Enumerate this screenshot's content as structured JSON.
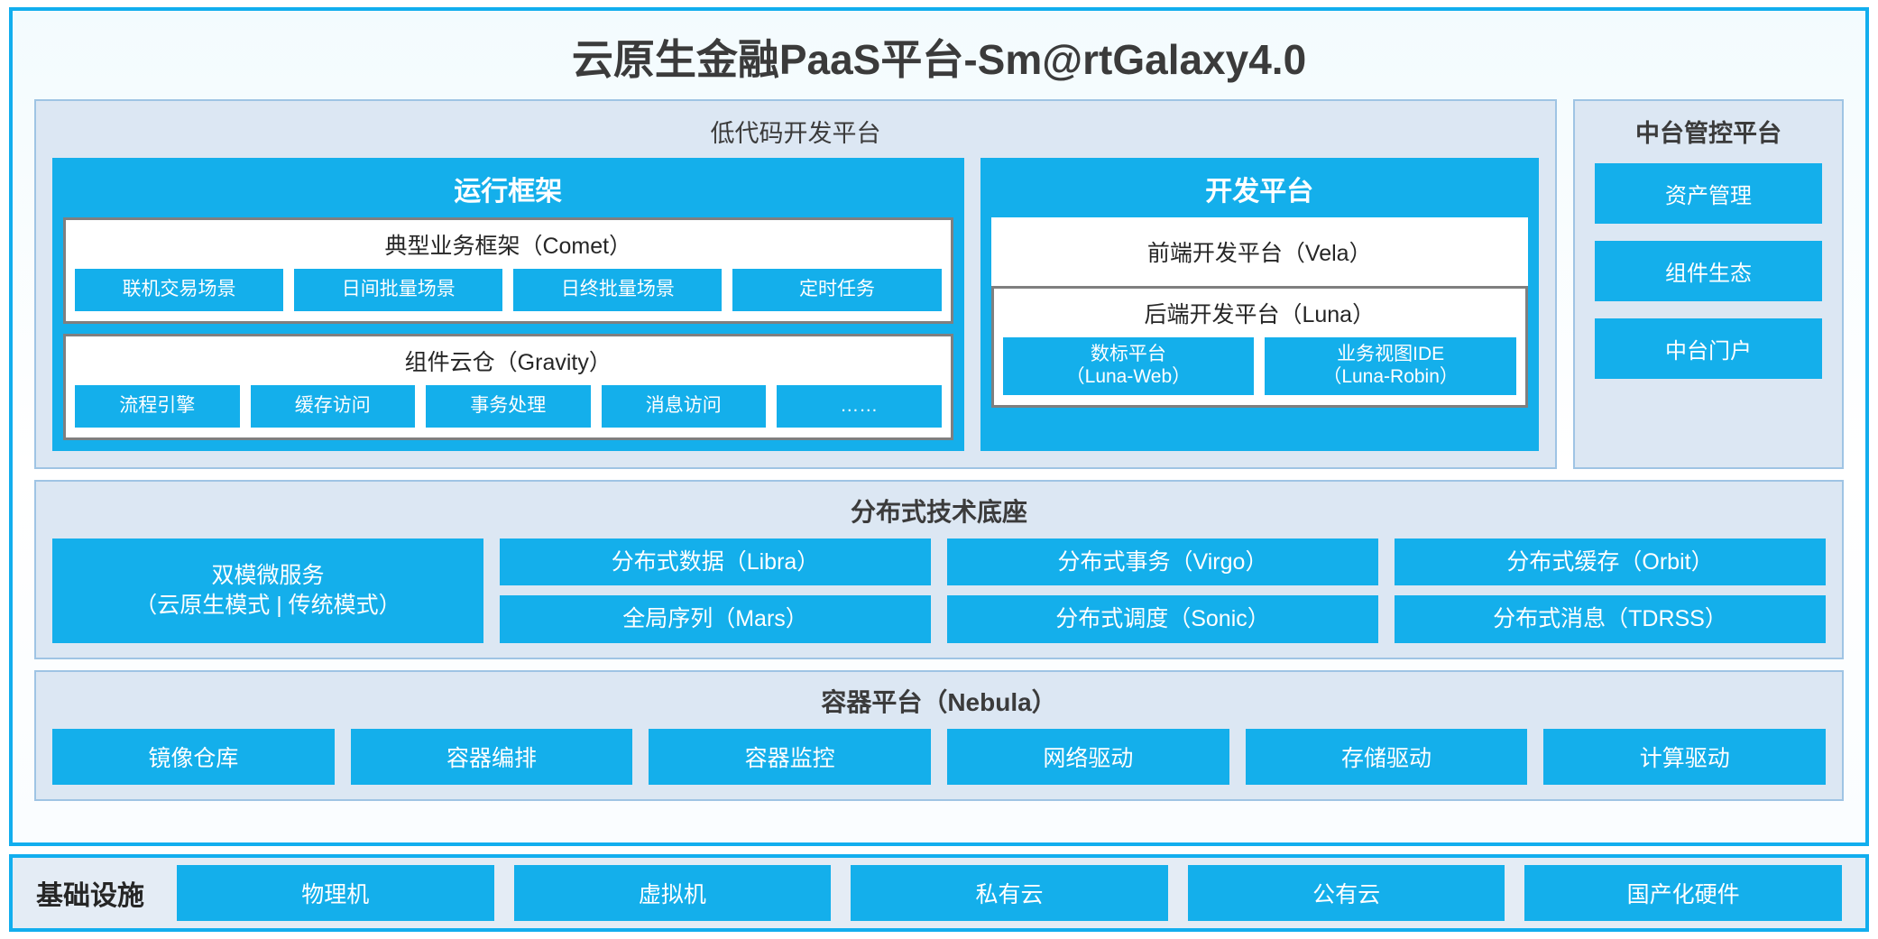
{
  "title": "云原生金融PaaS平台-Sm@rtGalaxy4.0",
  "colors": {
    "accent": "#14AFEB",
    "panel_border": "#12AEEE",
    "light_panel_bg": "#DCE7F3",
    "light_panel_border": "#9FC4E4",
    "card_border": "#7F7F7F",
    "text_dark": "#333333",
    "infra_bg": "#E4ECF5"
  },
  "lowcode": {
    "title": "低代码开发平台",
    "runtime": {
      "title": "运行框架",
      "comet": {
        "title": "典型业务框架（Comet）",
        "chips": [
          "联机交易场景",
          "日间批量场景",
          "日终批量场景",
          "定时任务"
        ]
      },
      "gravity": {
        "title": "组件云仓（Gravity）",
        "chips": [
          "流程引擎",
          "缓存访问",
          "事务处理",
          "消息访问",
          "……"
        ]
      }
    },
    "devplatform": {
      "title": "开发平台",
      "frontend": "前端开发平台（Vela）",
      "backend": {
        "title": "后端开发平台（Luna）",
        "chips": [
          {
            "name": "数标平台",
            "code": "（Luna-Web）"
          },
          {
            "name": "业务视图IDE",
            "code": "（Luna-Robin）"
          }
        ]
      }
    }
  },
  "management": {
    "title": "中台管控平台",
    "items": [
      "资产管理",
      "组件生态",
      "中台门户"
    ]
  },
  "distributed": {
    "title": "分布式技术底座",
    "microservice": {
      "name": "双模微服务",
      "sub": "（云原生模式 | 传统模式）"
    },
    "columns": [
      [
        "分布式数据（Libra）",
        "全局序列（Mars）"
      ],
      [
        "分布式事务（Virgo）",
        "分布式调度（Sonic）"
      ],
      [
        "分布式缓存（Orbit）",
        "分布式消息（TDRSS）"
      ]
    ]
  },
  "container": {
    "title": "容器平台（Nebula）",
    "items": [
      "镜像仓库",
      "容器编排",
      "容器监控",
      "网络驱动",
      "存储驱动",
      "计算驱动"
    ]
  },
  "infrastructure": {
    "label": "基础设施",
    "items": [
      "物理机",
      "虚拟机",
      "私有云",
      "公有云",
      "国产化硬件"
    ]
  }
}
